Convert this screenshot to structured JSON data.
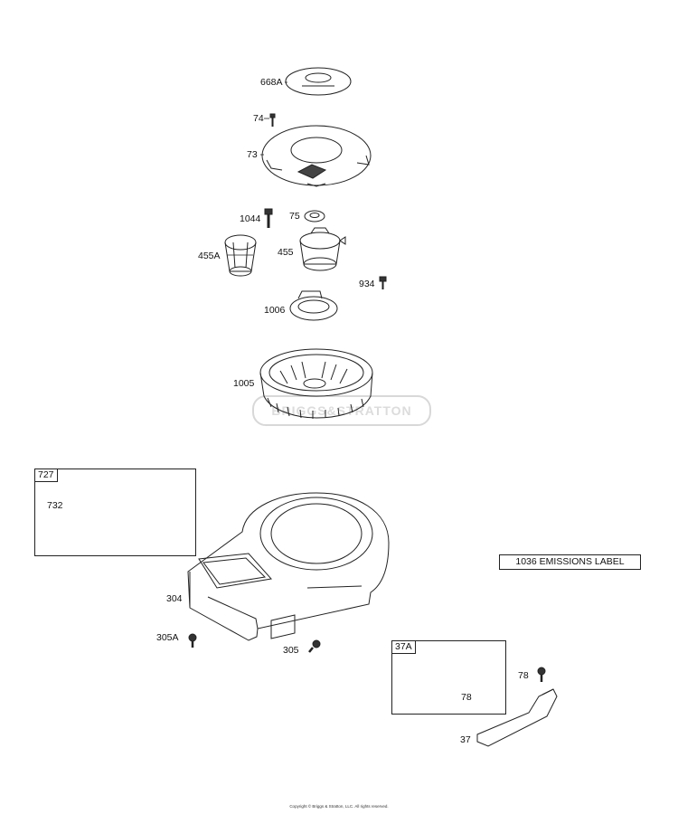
{
  "watermark_text": "BRIGGS&STRATTON",
  "labels": {
    "l668A": "668A",
    "l74": "74",
    "l73": "73",
    "l1044": "1044",
    "l75": "75",
    "l455A": "455A",
    "l455": "455",
    "l934": "934",
    "l1006": "1006",
    "l1005": "1005",
    "l727": "727",
    "l732": "732",
    "l304": "304",
    "l305A": "305A",
    "l305": "305",
    "l37A": "37A",
    "l78a": "78",
    "l78b": "78",
    "l37": "37"
  },
  "emissions_label": "1036 EMISSIONS LABEL",
  "copyright": "Copyright © Briggs & Stratton, LLC. All rights reserved."
}
